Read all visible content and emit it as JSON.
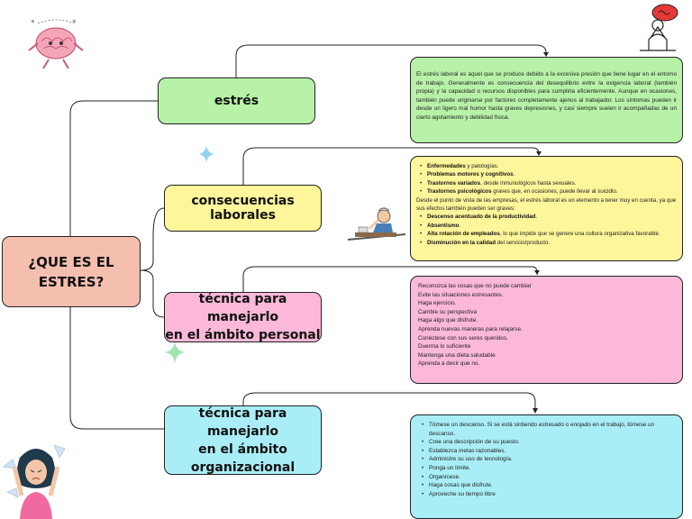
{
  "root": {
    "line1": "¿QUE ES EL",
    "line2": "ESTRES?"
  },
  "nodes": {
    "estres": "estrés",
    "consecuencias": "consecuencias laborales",
    "personal_l1": "técnica para manejarlo",
    "personal_l2": "en el ámbito personal",
    "org_l1": "técnica para manejarlo",
    "org_l2": "en el ámbito",
    "org_l3": "organizacional"
  },
  "estres_text": "El estrés laboral es aquel que se produce debido a la excesiva presión que tiene lugar en el entorno de trabajo. Generalmente es consecuencia del desequilibrio entre la exigencia laboral (también propia) y la capacidad o recursos disponibles para cumplirla eficientemente. Aunque en ocasiones, también puede originarse por factores completamente ajenos al trabajador. Los síntomas pueden ir desde un ligero mal humor hasta graves depresiones, y casi siempre suelen ir acompañadas de un cierto agotamiento y debilidad física.",
  "consecuencias": {
    "items1": [
      {
        "bold": "Enfermedades",
        "rest": " y patologías."
      },
      {
        "bold": "Problemas motores y cognitivos",
        "rest": "."
      },
      {
        "bold": "Trastornos variados",
        "rest": ", desde inmunológicos hasta sexuales."
      },
      {
        "bold": "Trastornos psicológicos",
        "rest": " graves que, en ocasiones, puede llevar al suicidio."
      }
    ],
    "paragraph": "Desde el punto de vista de las empresas, el estrés laboral es un elemento a tener muy en cuenta, ya que sus efectos también pueden ser graves:",
    "items2": [
      {
        "bold": "Descenso acentuado de la productividad",
        "rest": "."
      },
      {
        "bold": "Absentismo",
        "rest": "."
      },
      {
        "bold": "Alta rotación de empleados",
        "rest": ", lo que impide que se genere una cultura organizativa favorable."
      },
      {
        "bold": "Disminución en la calidad",
        "rest": " del servicio/producto."
      }
    ]
  },
  "personal_lines": [
    " Reconozca las cosas que no puede cambiar",
    "Evite las situaciones estresantes.",
    "Haga ejercicio.",
    " Cambie su perspectiva",
    "Haga algo que disfrute.",
    "Aprenda nuevas maneras para relajarse.",
    "Conéctese con sus seres queridos.",
    " Duerma lo suficiente",
    "Mantenga una dieta saludable",
    "Aprenda a decir que no."
  ],
  "org_items": [
    "Tómese un descanso. Si se está sintiendo estresado o enojado en el trabajo, tómese un descanso.",
    "Cree una descripción de su puesto.",
    "Establezca metas razonables.",
    "Administre su uso de tecnología.",
    "Ponga un límite.",
    "Organícese.",
    "Haga cosas que disfrute.",
    "Aproveche su tiempo libre"
  ],
  "colors": {
    "root": "#f5bfb0",
    "estres": "#b8f2a8",
    "consecuencias": "#fff59a",
    "personal": "#fbb8d8",
    "organizacional": "#a9eef7"
  }
}
